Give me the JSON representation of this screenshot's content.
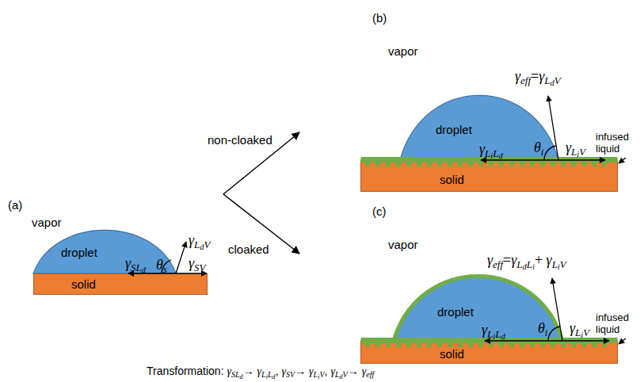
{
  "diagram": {
    "nodes": [
      {
        "text": [
          "droplet"
        ]
      },
      {
        "text": [
          "solid"
        ]
      },
      {
        "text": [
          "droplet"
        ]
      },
      {
        "text": [
          "solid"
        ]
      },
      {
        "text": [
          "droplet"
        ]
      },
      {
        "text": [
          "solid"
        ]
      }
    ],
    "edges": [
      {
        "from": 0,
        "to": 2,
        "arrow": "to",
        "label": "non-cloaked"
      },
      {
        "from": 0,
        "to": 4,
        "arrow": "to",
        "label": "cloaked"
      }
    ],
    "labels": [
      "(a)",
      "vapor",
      "γLdV",
      "γSLd",
      "θs",
      "γSV",
      "(b)",
      "vapor",
      "γeff=γLdV",
      "γLiLd",
      "θi",
      "γLiV",
      "infused liquid",
      "(c)",
      "vapor",
      "γeff=γLdLi+ γLiV",
      "γLiLd",
      "θi",
      "γLiV",
      "infused liquid",
      "Transformation: γSLd→ γLiLd, γSV→ γLiV, γLdV→ γeff"
    ]
  }
}
